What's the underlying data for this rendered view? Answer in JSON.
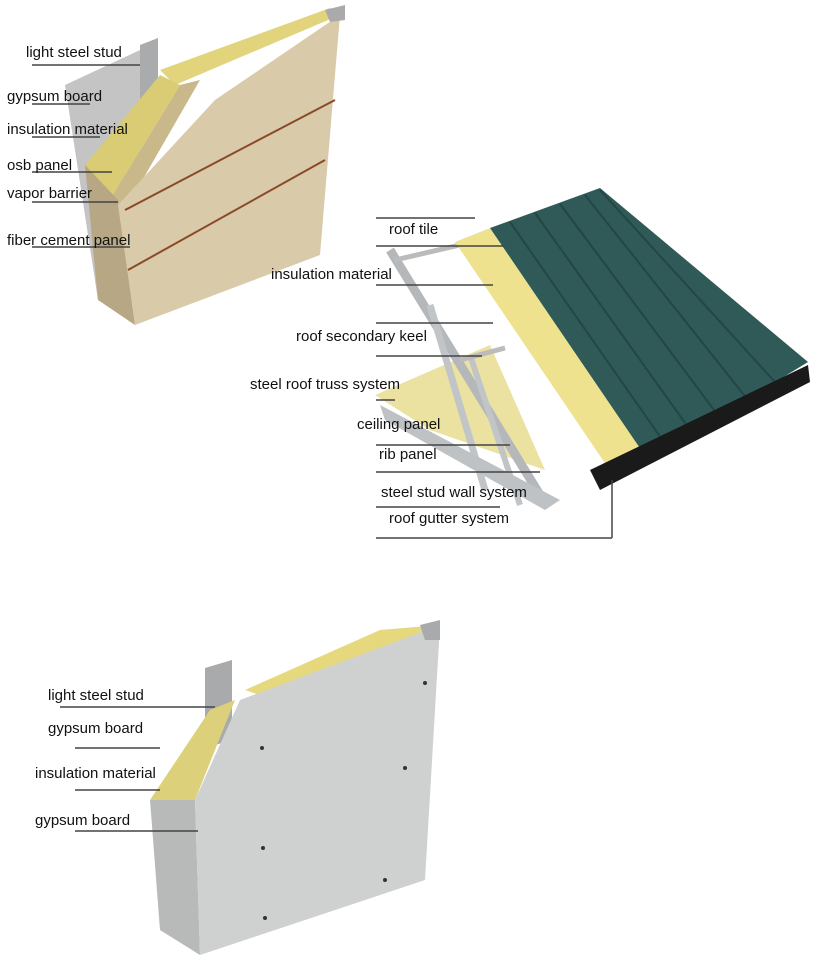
{
  "wall_top": {
    "labels": [
      "light steel stud",
      "gypsum board",
      "insulation material",
      "osb panel",
      "vapor barrier",
      "fiber cement panel"
    ]
  },
  "roof": {
    "labels": [
      "roof tile",
      "insulation material",
      "roof secondary keel",
      "steel roof truss system",
      "ceiling panel",
      "rib panel",
      "steel stud wall system",
      "roof gutter system"
    ]
  },
  "wall_bottom": {
    "labels": [
      "light steel stud",
      "gypsum board",
      "insulation material",
      "gypsum board"
    ]
  },
  "colors": {
    "fiber_cement": "#d9c9a8",
    "insulation": "#e8dc82",
    "steel": "#b9bcbe",
    "roof_tile": "#2f5a58",
    "gypsum": "#cfd0d0",
    "gutter": "#1a1a1a"
  }
}
